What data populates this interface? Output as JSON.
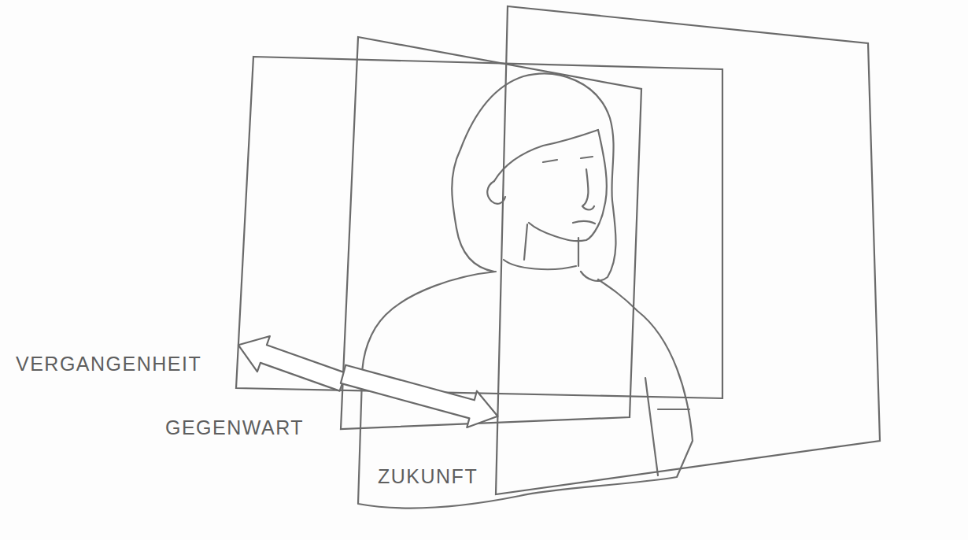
{
  "diagram": {
    "nodes": [
      {
        "text": [
          "VERGANGENHEIT"
        ]
      },
      {
        "text": [
          "GEGENWART"
        ]
      },
      {
        "text": [
          "ZUKUNFT"
        ]
      }
    ],
    "edges": [
      {
        "from": 1,
        "to": 0,
        "arrow": "to"
      },
      {
        "from": 1,
        "to": 2,
        "arrow": "to"
      }
    ]
  }
}
